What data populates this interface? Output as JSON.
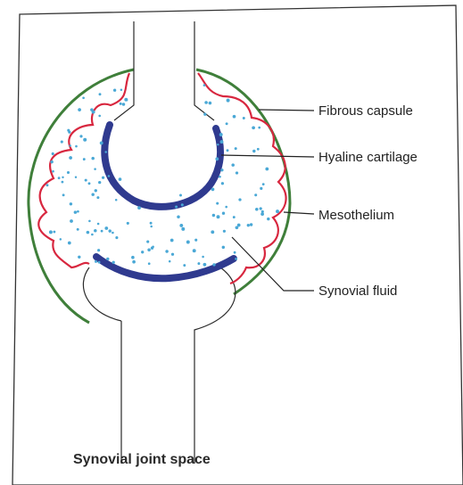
{
  "labels": {
    "fibrous_capsule": "Fibrous capsule",
    "hyaline_cartilage": "Hyaline cartilage",
    "mesothelium": "Mesothelium",
    "synovial_fluid": "Synovial fluid"
  },
  "caption": "Synovial joint space",
  "colors": {
    "capsule": "#3f7f3a",
    "mesothelium": "#d8273f",
    "cartilage": "#2f3a8f",
    "fluid": "#4aa8d6",
    "bone_outline": "#2a2a2a",
    "frame": "#333333"
  }
}
